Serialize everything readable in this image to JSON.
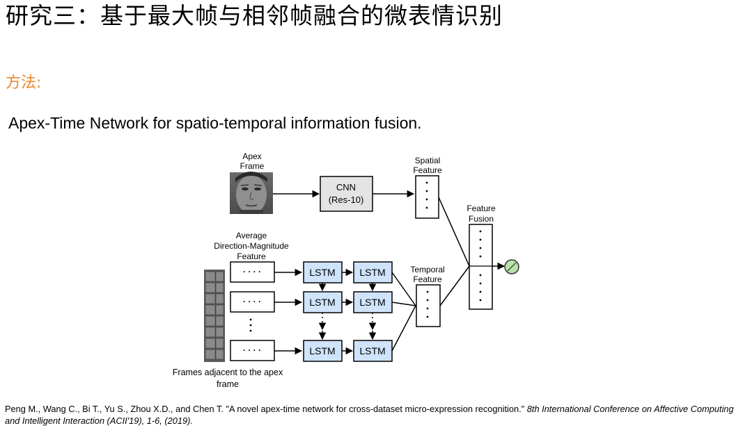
{
  "title": "研究三：基于最大帧与相邻帧融合的微表情识别",
  "method_label": "方法:",
  "subtitle": "Apex-Time Network for spatio-temporal information fusion.",
  "diagram": {
    "apex_label": [
      "Apex",
      "Frame"
    ],
    "cnn_label": [
      "CNN",
      "(Res-10)"
    ],
    "spatial_label": [
      "Spatial",
      "Feature"
    ],
    "fusion_label": [
      "Feature",
      "Fusion"
    ],
    "adm_label": [
      "Average",
      "Direction-Magnitude",
      "Feature"
    ],
    "temporal_label": [
      "Temporal",
      "Feature"
    ],
    "feature_dots": "· · · ·",
    "lstm_label": "LSTM",
    "frames_label": [
      "Frames adjacent to the apex",
      "frame"
    ]
  },
  "reference": {
    "plain": "Peng M., Wang C., Bi T., Yu S., Zhou X.D., and Chen T. \"A novel apex-time network for cross-dataset micro-expression recognition.\" ",
    "italic": "8th International Conference on Affective Computing and Intelligent Interaction (ACII'19), 1-6, (2019)."
  },
  "colors": {
    "method": "#e8872f",
    "lstm_fill": "#cfe3fa",
    "cnn_fill": "#e4e4e4",
    "output_node": "#b7e2a8"
  }
}
